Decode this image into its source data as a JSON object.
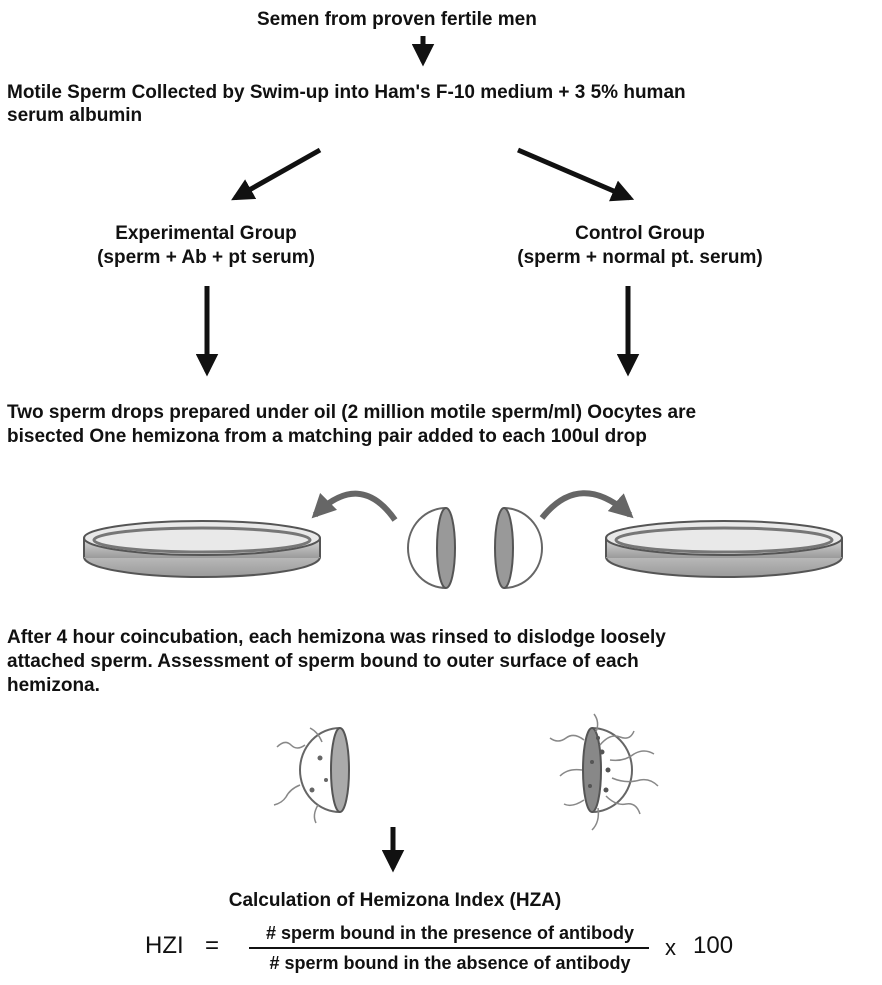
{
  "steps": {
    "source": "Semen from proven fertile men",
    "collection_line1": "Motile Sperm Collected by Swim-up into Ham's F-10 medium + 3 5% human",
    "collection_line2": "serum albumin",
    "experimental_title": "Experimental Group",
    "experimental_desc": "(sperm + Ab + pt  serum)",
    "control_title": "Control Group",
    "control_desc": "(sperm + normal pt. serum)",
    "drops_line1": "Two sperm drops prepared under oil (2 million motile sperm/ml) Oocytes are",
    "drops_line2": "bisected   One hemizona from a matching pair added to each 100ul drop",
    "coinc_line1": "After 4 hour coincubation, each hemizona was rinsed to dislodge loosely",
    "coinc_line2": "attached sperm.  Assessment of sperm bound to outer surface of each",
    "coinc_line3": "hemizona.",
    "calc_title": "Calculation of Hemizona Index (HZA)"
  },
  "formula": {
    "label": "HZI",
    "equals": "=",
    "numerator": "# sperm bound in the presence of antibody",
    "denominator": "# sperm bound in the absence of antibody",
    "times": "x",
    "factor": "100"
  }
}
